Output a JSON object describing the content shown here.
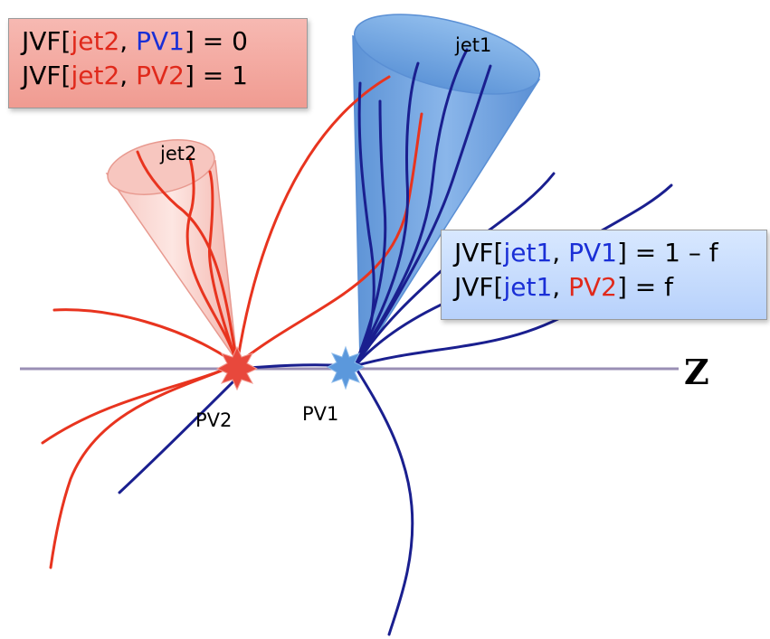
{
  "labels": {
    "jet1": "jet1",
    "jet2": "jet2",
    "pv1": "PV1",
    "pv2": "PV2",
    "z_axis": "Z"
  },
  "jet2_box": {
    "line1": {
      "prefix": "JVF[",
      "jet": "jet2",
      "sep": ", ",
      "pv": "PV1",
      "suffix": "] = 0"
    },
    "line2": {
      "prefix": "JVF[",
      "jet": "jet2",
      "sep": ", ",
      "pv": "PV2",
      "suffix": "] = 1"
    }
  },
  "jet1_box": {
    "line1": {
      "prefix": "JVF[",
      "jet": "jet1",
      "sep": ", ",
      "pv": "PV1",
      "suffix": "] = 1 – f"
    },
    "line2": {
      "prefix": "JVF[",
      "jet": "jet1",
      "sep": ", ",
      "pv": "PV2",
      "suffix": "] = f"
    }
  },
  "colors": {
    "red_track": "#e8341f",
    "blue_track": "#1a1f8f",
    "axis": "#9a8fb5"
  }
}
